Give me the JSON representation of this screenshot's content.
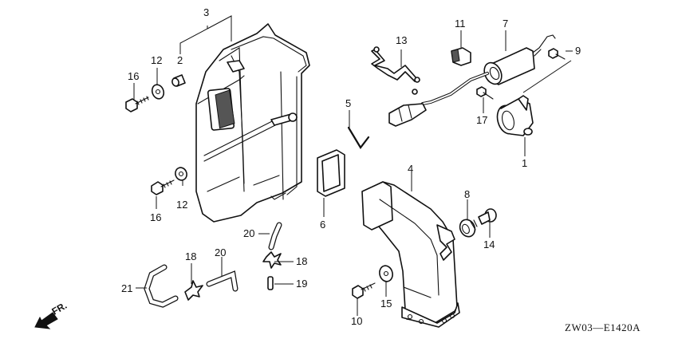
{
  "diagram": {
    "type": "exploded-parts-diagram",
    "reference_code": "ZW03—E1420A",
    "direction_indicator": "FR.",
    "callouts": [
      {
        "id": "c1",
        "label": "1",
        "part": "mounting-bracket"
      },
      {
        "id": "c2",
        "label": "2",
        "part": "collar"
      },
      {
        "id": "c3",
        "label": "3",
        "part": "cover-assembly"
      },
      {
        "id": "c4",
        "label": "4",
        "part": "air-duct"
      },
      {
        "id": "c5",
        "label": "5",
        "part": "wire-clip"
      },
      {
        "id": "c6",
        "label": "6",
        "part": "seal-gasket"
      },
      {
        "id": "c7",
        "label": "7",
        "part": "canister-with-harness"
      },
      {
        "id": "c8",
        "label": "8",
        "part": "grommet"
      },
      {
        "id": "c9",
        "label": "9",
        "part": "bolt-upper"
      },
      {
        "id": "c10",
        "label": "10",
        "part": "bolt-lower"
      },
      {
        "id": "c11",
        "label": "11",
        "part": "clamp"
      },
      {
        "id": "c12a",
        "label": "12",
        "part": "washer-upper"
      },
      {
        "id": "c12b",
        "label": "12",
        "part": "washer-lower"
      },
      {
        "id": "c13",
        "label": "13",
        "part": "wire-holder"
      },
      {
        "id": "c14",
        "label": "14",
        "part": "collar-bolt"
      },
      {
        "id": "c15",
        "label": "15",
        "part": "washer-duct"
      },
      {
        "id": "c16a",
        "label": "16",
        "part": "bolt-cover-upper"
      },
      {
        "id": "c16b",
        "label": "16",
        "part": "bolt-cover-lower"
      },
      {
        "id": "c17",
        "label": "17",
        "part": "bolt-bracket"
      },
      {
        "id": "c18a",
        "label": "18",
        "part": "tube-clip-right"
      },
      {
        "id": "c18b",
        "label": "18",
        "part": "tube-clip-left"
      },
      {
        "id": "c19",
        "label": "19",
        "part": "tube-joint"
      },
      {
        "id": "c20a",
        "label": "20",
        "part": "tube-right"
      },
      {
        "id": "c20b",
        "label": "20",
        "part": "tube-left"
      },
      {
        "id": "c21",
        "label": "21",
        "part": "tube-u"
      }
    ]
  }
}
